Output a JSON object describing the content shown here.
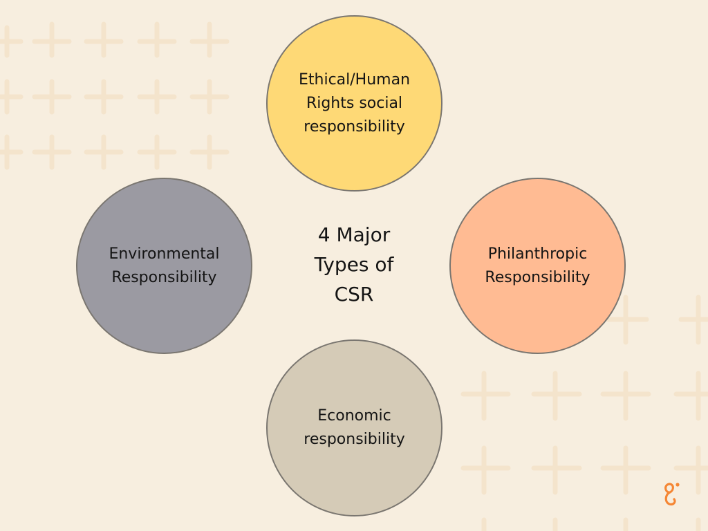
{
  "diagram": {
    "title": "4 Major\nTypes of\nCSR",
    "nodes": [
      {
        "id": "top",
        "label": "Ethical/Human\nRights social\nresponsibility",
        "color": "#fed976"
      },
      {
        "id": "left",
        "label": "Environmental\nResponsibility",
        "color": "#9b9aa2"
      },
      {
        "id": "right",
        "label": "Philanthropic\nResponsibility",
        "color": "#ffbb93"
      },
      {
        "id": "bottom",
        "label": "Economic\nresponsibility",
        "color": "#d5cbb7"
      }
    ]
  },
  "colors": {
    "background": "#f7eedf",
    "pattern": "#f5e3cb",
    "logo": "#f58634",
    "border": "#7a7670"
  },
  "logo": {
    "icon": "brand-logo-icon"
  }
}
